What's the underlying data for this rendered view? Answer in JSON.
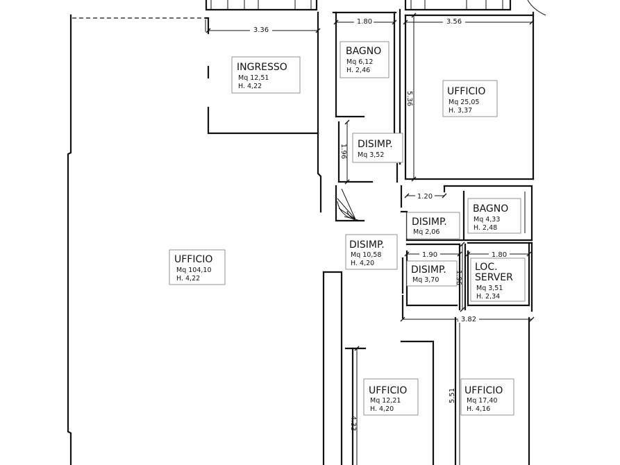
{
  "rooms": [
    {
      "id": "ingresso",
      "name": "INGRESSO",
      "area": "Mq 12,51",
      "height": "H. 4,22"
    },
    {
      "id": "bagno1",
      "name": "BAGNO",
      "area": "Mq 6,12",
      "height": "H. 2,46"
    },
    {
      "id": "ufficio1",
      "name": "UFFICIO",
      "area": "Mq 25,05",
      "height": "H. 3,37"
    },
    {
      "id": "disimp1",
      "name": "DISIMP.",
      "area": "Mq 3,52",
      "height": ""
    },
    {
      "id": "disimp2",
      "name": "DISIMP.",
      "area": "Mq 2,06",
      "height": ""
    },
    {
      "id": "bagno2",
      "name": "BAGNO",
      "area": "Mq 4,33",
      "height": "H. 2,48"
    },
    {
      "id": "disimp3",
      "name": "DISIMP.",
      "area": "Mq 10,58",
      "height": "H. 4,20"
    },
    {
      "id": "ufficio2",
      "name": "UFFICIO",
      "area": "Mq 104,10",
      "height": "H. 4,22"
    },
    {
      "id": "disimp4",
      "name": "DISIMP.",
      "area": "Mq 3,70",
      "height": ""
    },
    {
      "id": "server",
      "name": "LOC.",
      "name2": "SERVER",
      "area": "Mq 3,51",
      "height": "H. 2,34"
    },
    {
      "id": "ufficio3",
      "name": "UFFICIO",
      "area": "Mq 12,21",
      "height": "H. 4,20"
    },
    {
      "id": "ufficio4",
      "name": "UFFICIO",
      "area": "Mq 17,40",
      "height": "H. 4,16"
    }
  ],
  "dimensions": {
    "d1": "3.36",
    "d2": "1.80",
    "d3": "3.56",
    "d4": "5.36",
    "d5": "1.96",
    "d6": "1.20",
    "d7": "1.90",
    "d8": "1.80",
    "d9": "1.96",
    "d10": "3.82",
    "d11": "5.51",
    "d12": "4.33"
  }
}
